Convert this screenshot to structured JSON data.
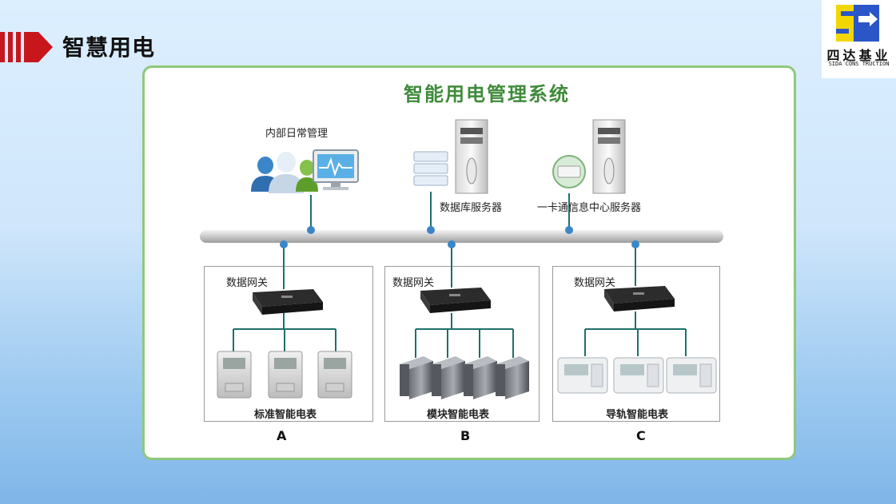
{
  "header": {
    "title": "智慧用电",
    "accent_color": "#c8161d"
  },
  "logo": {
    "name": "四达基业",
    "subtitle": "SIDA CONS TRUCTION",
    "colors": {
      "yellow": "#f2d600",
      "blue": "#2b56c8"
    }
  },
  "diagram": {
    "title": "智能用电管理系统",
    "title_color": "#3f8b3a",
    "border_color": "#8ec97a",
    "top_nodes": [
      {
        "label": "内部日常管理",
        "icon": "users-monitor-icon"
      },
      {
        "label": "数据库服务器",
        "icon": "database-server-icon"
      },
      {
        "label": "一卡通信息中心服务器",
        "icon": "card-server-icon"
      }
    ],
    "groups": [
      {
        "letter": "A",
        "gateway_label": "数据网关",
        "meter_label": "标准智能电表",
        "meter_icon": "standard-meter-icon"
      },
      {
        "letter": "B",
        "gateway_label": "数据网关",
        "meter_label": "模块智能电表",
        "meter_icon": "module-meter-icon"
      },
      {
        "letter": "C",
        "gateway_label": "数据网关",
        "meter_label": "导轨智能电表",
        "meter_icon": "rail-meter-icon"
      }
    ]
  }
}
